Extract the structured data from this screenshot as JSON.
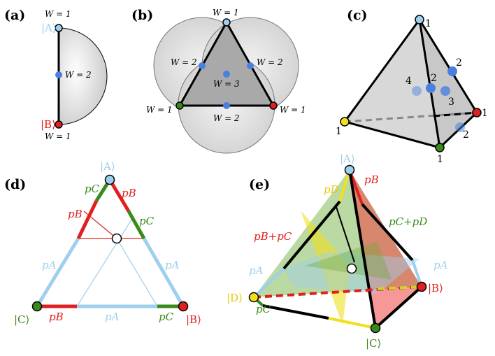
{
  "colors": {
    "A": "#9ecfee",
    "B": "#e02020",
    "C": "#3a8a1a",
    "D": "#f0e020",
    "blue_dot": "#4a7fe0",
    "gray_fill": "#c8c8c8",
    "dark_fill": "#a9a9a9"
  },
  "panel_labels": [
    "(a)",
    "(b)",
    "(c)",
    "(d)",
    "(e)"
  ],
  "a": {
    "top": "W = 1",
    "mid": "W = 2",
    "bottom": "W = 1",
    "ketA": "|A⟩",
    "ketB": "|B⟩"
  },
  "b": {
    "top": "W = 1",
    "left_mid": "W = 2",
    "right_mid": "W = 2",
    "center": "W = 3",
    "bottom_mid": "W = 2",
    "bottom_left": "W = 1",
    "bottom_right": "W = 1"
  },
  "c": {
    "apex": "1",
    "left": "1",
    "right": "1",
    "bottom": "1",
    "face_right": "2",
    "front": "2",
    "bottom_edge": "2",
    "inner3": "3",
    "back4": "4"
  },
  "d": {
    "ketA": "|A⟩",
    "ketB": "|B⟩",
    "ketC": "|C⟩",
    "pC_left": "pC",
    "pB_upper_left": "pB",
    "pB_upper_right": "pB",
    "pC_right": "pC",
    "pA_left": "pA",
    "pA_right": "pA",
    "pB_bottom": "pB",
    "pA_bottom": "pA",
    "pC_bottom": "pC"
  },
  "e": {
    "ketA": "|A⟩",
    "ketB": "|B⟩",
    "ketC": "|C⟩",
    "ketD": "|D⟩",
    "pD": "pD",
    "pB": "pB",
    "pB_plus_pC": "pB+pC",
    "pC_plus_pD": "pC+pD",
    "pA_left": "pA",
    "pA_right": "pA",
    "pC": "pC"
  }
}
